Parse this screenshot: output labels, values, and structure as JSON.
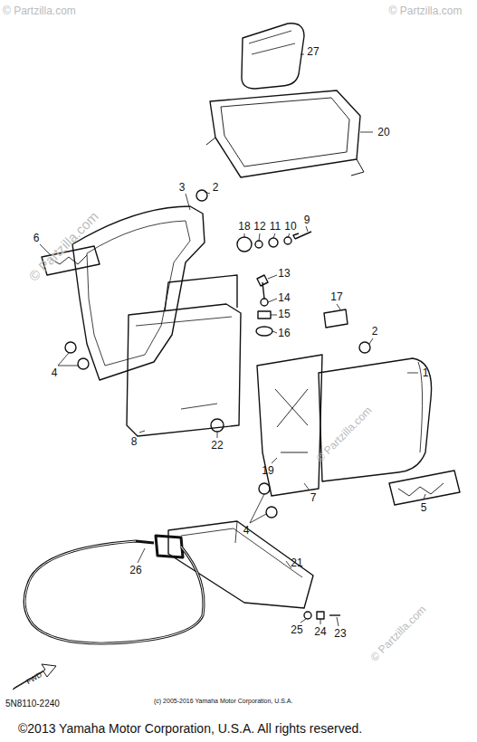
{
  "diagram": {
    "labels": [
      "27",
      "20",
      "3",
      "2",
      "6",
      "18",
      "12",
      "11",
      "10",
      "9",
      "13",
      "14",
      "15",
      "16",
      "17",
      "2",
      "1",
      "4",
      "8",
      "22",
      "19",
      "7",
      "4",
      "5",
      "26",
      "21",
      "25",
      "24",
      "23",
      "FWD",
      "5N8110-2240",
      "(c) 2005-2016 Yamaha Motor Corporation, U.S.A.",
      "©2013 Yamaha Motor Corporation, U.S.A. All rights reserved.",
      "© Partzilla.com",
      "© Partzilla.com",
      "© Partzilla.com",
      "© Partzilla.com",
      "© Partzilla.com"
    ]
  }
}
